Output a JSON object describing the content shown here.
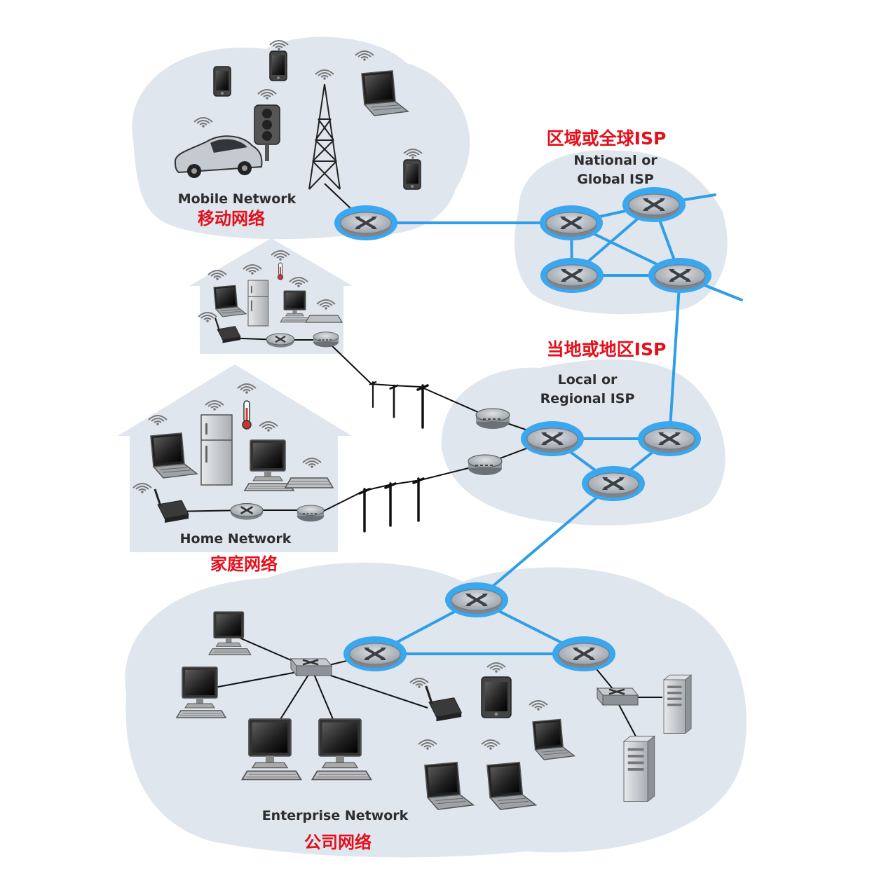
{
  "labels": {
    "mobile_en": "Mobile Network",
    "mobile_cn": "移动网络",
    "national_cn": "区域或全球ISP",
    "national_en_1": "National or",
    "national_en_2": "Global ISP",
    "local_cn": "当地或地区ISP",
    "local_en_1": "Local or",
    "local_en_2": "Regional ISP",
    "home_en": "Home Network",
    "home_cn": "家庭网络",
    "enterprise_en": "Enterprise Network",
    "enterprise_cn": "公司网络"
  },
  "colors": {
    "link": "#2f9ee5",
    "region_fill": "#dfe6ee",
    "router_halo": "#3aa7ee",
    "router_body": "#b3b9c0",
    "label_red": "#e3101c",
    "label_dark": "#2d2d2d"
  }
}
